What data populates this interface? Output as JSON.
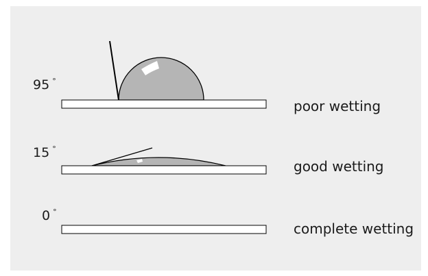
{
  "rows": [
    {
      "angle": "95",
      "degree_symbol": "°",
      "label": "poor wetting"
    },
    {
      "angle": "15",
      "degree_symbol": "°",
      "label": "good wetting"
    },
    {
      "angle": "0",
      "degree_symbol": "°",
      "label": "complete wetting"
    }
  ],
  "colors": {
    "background": "#eeeeee",
    "substrate_fill": "#ffffff",
    "droplet_fill": "#b5b5b5",
    "stroke": "#000000",
    "highlight": "#ffffff"
  }
}
